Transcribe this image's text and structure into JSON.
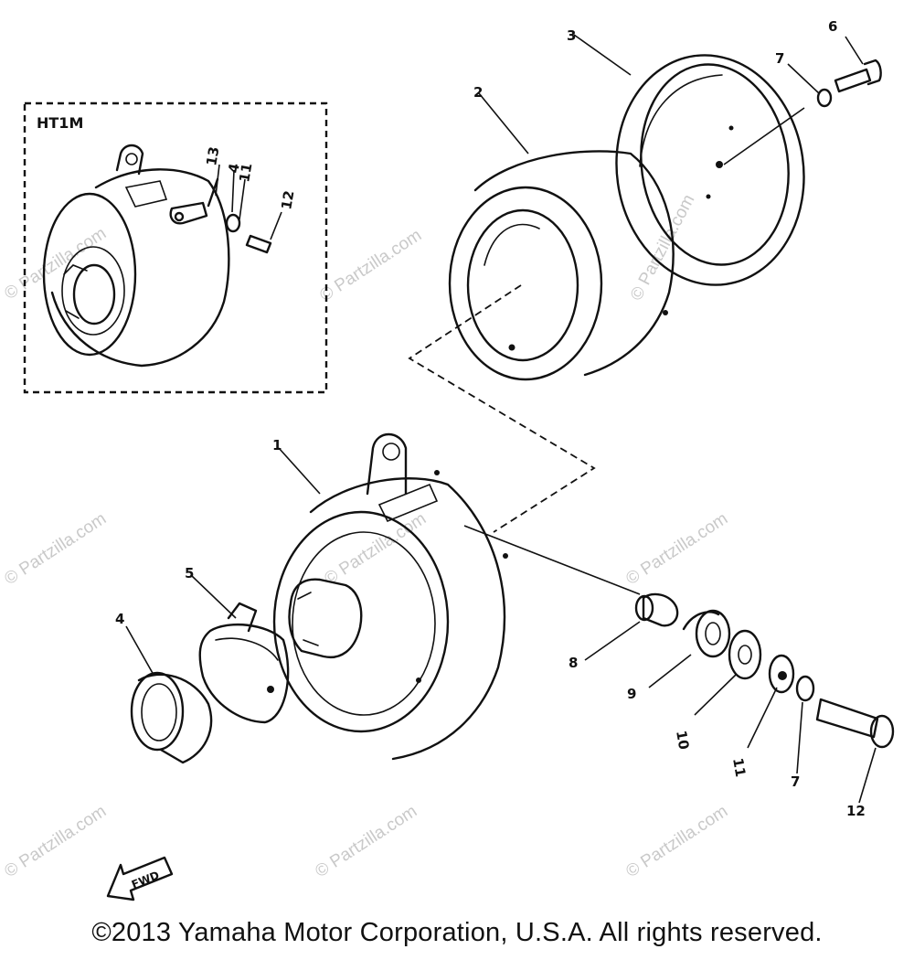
{
  "inset": {
    "label": "HT1M"
  },
  "callouts": [
    {
      "id": "c1",
      "text": "1"
    },
    {
      "id": "c2",
      "text": "2"
    },
    {
      "id": "c3",
      "text": "3"
    },
    {
      "id": "c4",
      "text": "4"
    },
    {
      "id": "c5",
      "text": "5"
    },
    {
      "id": "c6",
      "text": "6"
    },
    {
      "id": "c7a",
      "text": "7"
    },
    {
      "id": "c7b",
      "text": "7"
    },
    {
      "id": "c8",
      "text": "8"
    },
    {
      "id": "c9",
      "text": "9"
    },
    {
      "id": "c10",
      "text": "10"
    },
    {
      "id": "c11",
      "text": "11"
    },
    {
      "id": "c12",
      "text": "12"
    },
    {
      "id": "i13",
      "text": "13"
    },
    {
      "id": "i4",
      "text": "4"
    },
    {
      "id": "i11",
      "text": "11"
    },
    {
      "id": "i12",
      "text": "12"
    }
  ],
  "fwd_label": "FWD",
  "watermark": "© Partzilla.com",
  "copyright": "©2013 Yamaha Motor Corporation, U.S.A. All rights reserved."
}
